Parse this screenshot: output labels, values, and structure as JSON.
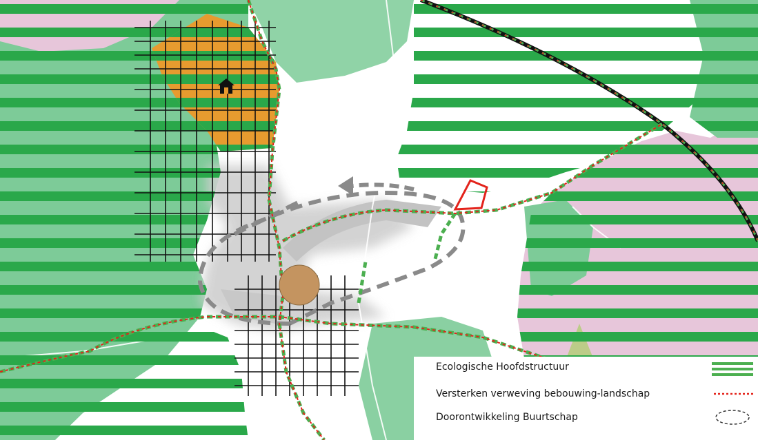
{
  "map": {
    "colors": {
      "ecological_green": "#2aa84a",
      "green_land": "#6cc48f",
      "pink_land": "#e7c6da",
      "orange_area": "#e79b2f",
      "urban_grey": "#d8d8d8",
      "route_red": "#e3231b",
      "route_green": "#4caf50",
      "dashed_grey": "#8a8a8a",
      "centre_circle": "#c49460",
      "railway_black": "#111111"
    },
    "icons": {
      "house": "house-icon",
      "centre": "centre-circle-icon",
      "arrow": "arrow-dashed-icon",
      "plot": "plot-outline-icon"
    }
  },
  "legend": {
    "items": [
      {
        "label": "Ecologische Hoofdstructuur",
        "symbol": "green-stripes"
      },
      {
        "label": "Versterken verweving bebouwing-landschap",
        "symbol": "red-dotted-line"
      },
      {
        "label": "Doorontwikkeling Buurtschap",
        "symbol": "dashed-ellipse"
      }
    ]
  }
}
